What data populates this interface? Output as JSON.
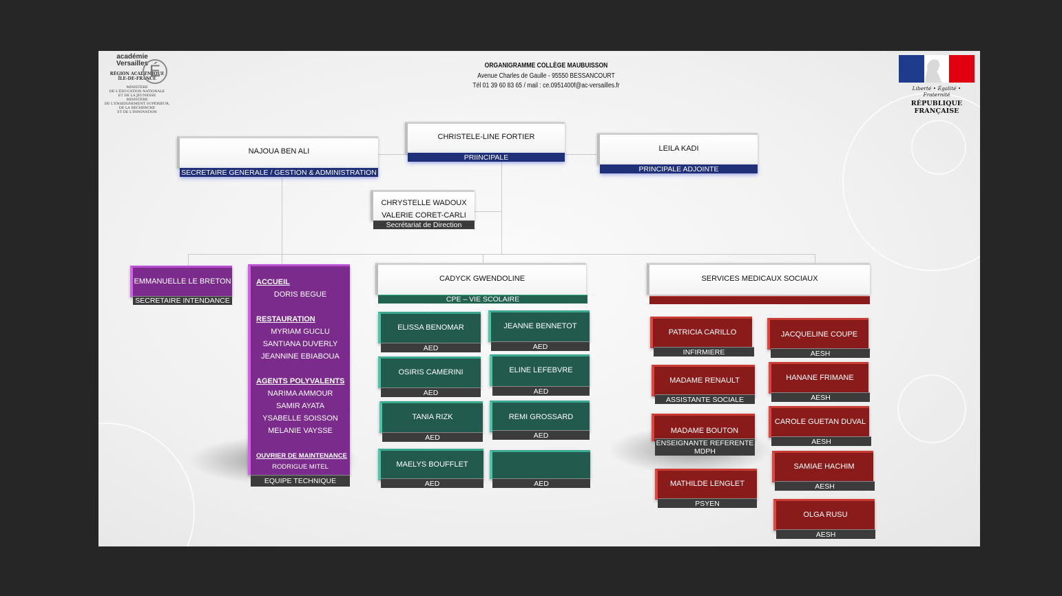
{
  "header": {
    "title": "ORGANIGRAMME COLLÈGE MAUBUISSON",
    "address": "Avenue Charles de Gaulle - 95550 BESSANCOURT",
    "contact": "Tél 01 39 60 83 65 / mail : ce.0951400f@ac-versailles.fr"
  },
  "logo_left": {
    "academie_1": "académie",
    "academie_2": "Versailles",
    "e_letter": "É",
    "region_1": "RÉGION ACADÉMIQUE",
    "region_2": "ÎLE-DE-FRANCE",
    "ministere_1": "MINISTÈRE",
    "ministere_2": "DE L'ÉDUCATION NATIONALE",
    "ministere_3": "ET DE LA JEUNESSE",
    "ministere_4": "MINISTÈRE",
    "ministere_5": "DE L'ENSEIGNEMENT SUPÉRIEUR,",
    "ministere_6": "DE LA RECHERCHE",
    "ministere_7": "ET DE L'INNOVATION"
  },
  "logo_right": {
    "motto": "Liberté • Égalité • Fraternité",
    "republic": "RÉPUBLIQUE FRANÇAISE",
    "flag_colors": [
      "#1f3b8c",
      "#ffffff",
      "#e1000f"
    ]
  },
  "principal": {
    "name": "CHRISTELE-LINE FORTIER",
    "role": "PRIINCIPALE"
  },
  "secretaire_generale": {
    "name": "NAJOUA BEN ALI",
    "role": "SECRETAIRE GENERALE / GESTION & ADMINISTRATION"
  },
  "adjointe": {
    "name": "LEILA KADI",
    "role": "PRINCIPALE ADJOINTE"
  },
  "secretariat": {
    "name_1": "CHRYSTELLE WADOUX",
    "name_2": "VALERIE CORET-CARLI",
    "role": "Secrétariat de Direction"
  },
  "intendance": {
    "name": "EMMANUELLE LE BRETON",
    "role": "SECRETAIRE INTENDANCE"
  },
  "equipe_technique": {
    "footer": "EQUIPE TECHNIQUE",
    "accueil": {
      "title": "ACCUEIL",
      "members": [
        "DORIS BEGUE"
      ]
    },
    "restauration": {
      "title": "RESTAURATION",
      "members": [
        "MYRIAM GUCLU",
        "SANTIANA DUVERLY",
        "JEANNINE EBIABOUA"
      ]
    },
    "agents": {
      "title": "AGENTS POLYVALENTS",
      "members": [
        "NARIMA AMMOUR",
        "SAMIR AYATA",
        "YSABELLE SOISSON",
        "MELANIE VAYSSE"
      ]
    },
    "maintenance": {
      "title": "OUVRIER DE MAINTENANCE",
      "members": [
        "RODRIGUE MITEL"
      ]
    }
  },
  "vie_scolaire": {
    "name": "CADYCK GWENDOLINE",
    "role": "CPE – VIE SCOLAIRE",
    "aed": [
      {
        "name": "ELISSA BENOMAR",
        "role": "AED"
      },
      {
        "name": "JEANNE BENNETOT",
        "role": "AED"
      },
      {
        "name": "OSIRIS CAMERINI",
        "role": "AED"
      },
      {
        "name": "ELINE LEFEBVRE",
        "role": "AED"
      },
      {
        "name": "TANIA RIZK",
        "role": "AED"
      },
      {
        "name": "REMI GROSSARD",
        "role": "AED"
      },
      {
        "name": "MAELYS BOUFFLET",
        "role": "AED"
      },
      {
        "name": "",
        "role": "AED"
      }
    ]
  },
  "medico_social": {
    "name": "SERVICES MEDICAUX SOCIAUX",
    "left": [
      {
        "name": "PATRICIA CARILLO",
        "role": "INFIRMIERE"
      },
      {
        "name": "MADAME RENAULT",
        "role": "ASSISTANTE SOCIALE"
      },
      {
        "name": "MADAME BOUTON",
        "role_1": "ENSEIGNANTE REFERENTE",
        "role_2": "MDPH"
      },
      {
        "name": "MATHILDE LENGLET",
        "role": "PSYEN"
      }
    ],
    "right": [
      {
        "name": "JACQUELINE COUPE",
        "role": "AESH"
      },
      {
        "name": "HANANE FRIMANE",
        "role": "AESH"
      },
      {
        "name": "CAROLE GUETAN DUVAL",
        "role": "AESH"
      },
      {
        "name": "SAMIAE HACHIM",
        "role": "AESH"
      },
      {
        "name": "OLGA RUSU",
        "role": "AESH"
      }
    ]
  }
}
